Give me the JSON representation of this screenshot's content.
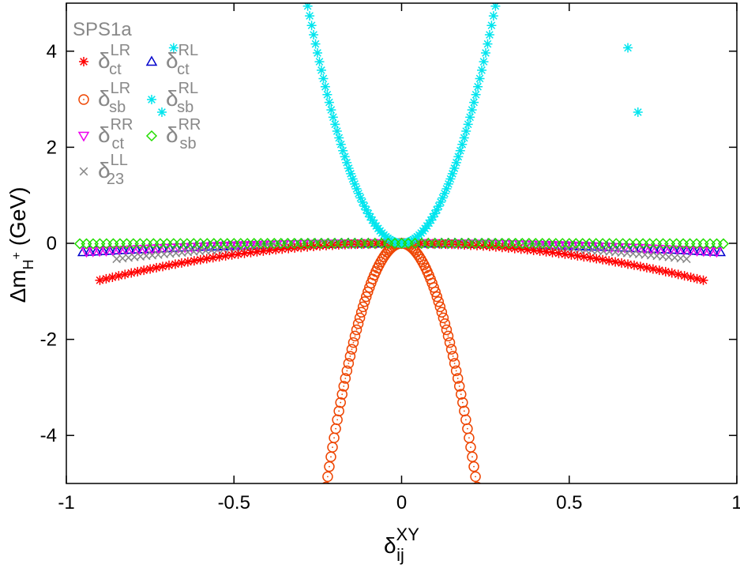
{
  "chart_data": {
    "type": "scatter",
    "title": "SPS1a",
    "xlabel": {
      "main": "δ",
      "sub": "ij",
      "sup": "XY"
    },
    "ylabel": {
      "main": "Δm",
      "sub": "H",
      "subsup": "+",
      "unit": "(GeV)"
    },
    "xlim": [
      -1,
      1
    ],
    "ylim": [
      -5,
      5
    ],
    "x_ticks": [
      -1,
      -0.5,
      0,
      0.5,
      1
    ],
    "x_tick_labels": [
      "-1",
      "-0.5",
      "0",
      "0.5",
      "1"
    ],
    "y_ticks": [
      -4,
      -2,
      0,
      2,
      4
    ],
    "y_tick_labels": [
      "-4",
      "-2",
      "0",
      "2",
      "4"
    ],
    "grid": false,
    "legend_position": "top-left",
    "series": [
      {
        "id": "ct-lr",
        "label_main": "δ",
        "label_sub": "ct",
        "label_sup": "LR",
        "color": "#ff0000",
        "marker": "star",
        "x_range": [
          -0.9,
          0.9
        ],
        "curve": {
          "type": "power",
          "a": -0.95,
          "p": 2
        }
      },
      {
        "id": "ct-rl",
        "label_main": "δ",
        "label_sub": "ct",
        "label_sup": "RL",
        "color": "#0000cc",
        "marker": "triangle-up",
        "x_range": [
          -0.95,
          0.95
        ],
        "curve": {
          "type": "power",
          "a": -0.2,
          "p": 2
        }
      },
      {
        "id": "sb-lr",
        "label_main": "δ",
        "label_sub": "sb",
        "label_sup": "LR",
        "color": "#ee4400",
        "marker": "circle",
        "x_range": [
          -0.23,
          0.23
        ],
        "curve": {
          "type": "power",
          "a": -100,
          "p": 2
        }
      },
      {
        "id": "sb-rl",
        "label_main": "δ",
        "label_sub": "sb",
        "label_sup": "RL",
        "color": "#00e5ee",
        "marker": "asterisk",
        "x_range": [
          -0.28,
          0.28
        ],
        "curve": {
          "type": "power",
          "a": 63,
          "p": 2
        },
        "extra_points": [
          [
            0.675,
            4.07
          ],
          [
            0.705,
            2.73
          ],
          [
            -0.715,
            2.73
          ],
          [
            -0.68,
            4.07
          ]
        ]
      },
      {
        "id": "ct-rr",
        "label_main": "δ",
        "label_sub": "ct",
        "label_sup": "RR",
        "color": "#ee00ee",
        "marker": "triangle-down",
        "x_range": [
          -0.94,
          0.94
        ],
        "curve": {
          "type": "power",
          "a": -0.2,
          "p": 2
        }
      },
      {
        "id": "sb-rr",
        "label_main": "δ",
        "label_sub": "sb",
        "label_sup": "RR",
        "color": "#22dd00",
        "marker": "diamond",
        "x_range": [
          -0.96,
          0.96
        ],
        "curve": {
          "type": "power",
          "a": -0.01,
          "p": 2
        }
      },
      {
        "id": "23-ll",
        "label_main": "δ",
        "label_sub": "23",
        "label_sup": "LL",
        "color": "#888888",
        "marker": "cross",
        "x_range": [
          -0.85,
          0.85
        ],
        "curve": {
          "type": "power",
          "a": -0.45,
          "p": 2
        }
      }
    ]
  }
}
